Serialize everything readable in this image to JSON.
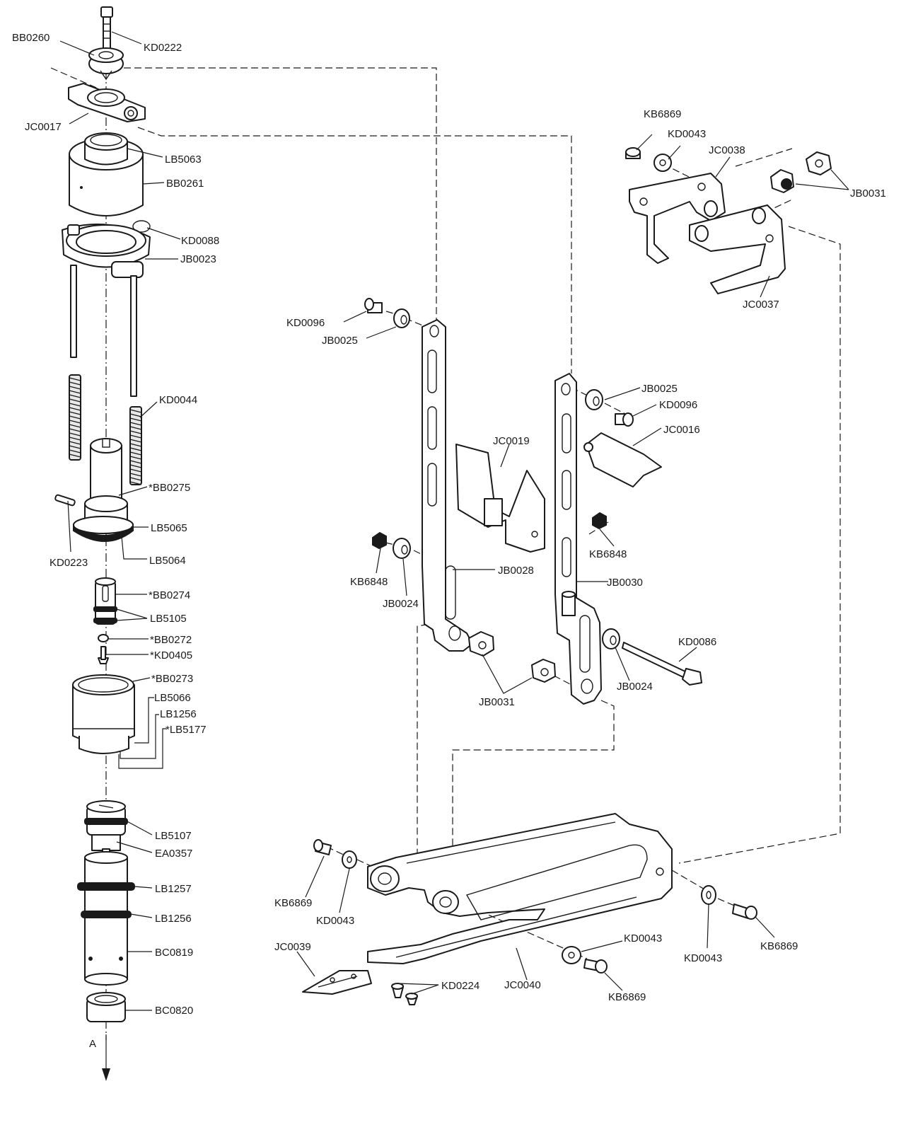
{
  "labels": {
    "kd0222": "KD0222",
    "bb0260": "BB0260",
    "jc0017": "JC0017",
    "lb5063": "LB5063",
    "bb0261": "BB0261",
    "kd0088": "KD0088",
    "jb0023": "JB0023",
    "kd0044": "KD0044",
    "bb0275": "*BB0275",
    "lb5065": "LB5065",
    "kd0223": "KD0223",
    "lb5064": "LB5064",
    "bb0274": "*BB0274",
    "lb5105": "LB5105",
    "bb0272": "*BB0272",
    "kd0405": "*KD0405",
    "bb0273": "*BB0273",
    "lb5066": "LB5066",
    "lb1256a": "LB1256",
    "lb5177": "*LB5177",
    "lb5107": "LB5107",
    "ea0357": "EA0357",
    "lb1257": "LB1257",
    "lb1256b": "LB1256",
    "bc0819": "BC0819",
    "bc0820": "BC0820",
    "arrow_a": "A",
    "kb6869a": "KB6869",
    "kd0043a": "KD0043",
    "jc0038": "JC0038",
    "jb0031a": "JB0031",
    "jc0037": "JC0037",
    "kd0096a": "KD0096",
    "jb0025a": "JB0025",
    "jb0025b": "JB0025",
    "kd0096b": "KD0096",
    "jc0016": "JC0016",
    "jc0019": "JC0019",
    "kb6848a": "KB6848",
    "kb6848b": "KB6848",
    "jb0028": "JB0028",
    "jb0024a": "JB0024",
    "jb0030": "JB0030",
    "kd0086": "KD0086",
    "jb0024b": "JB0024",
    "jb0031b": "JB0031",
    "kb6869b": "KB6869",
    "kd0043b": "KD0043",
    "jc0039": "JC0039",
    "kd0224": "KD0224",
    "jc0040": "JC0040",
    "kd0043c": "KD0043",
    "kb6869c": "KB6869",
    "kd0043d": "KD0043",
    "kb6869d": "KB6869"
  }
}
